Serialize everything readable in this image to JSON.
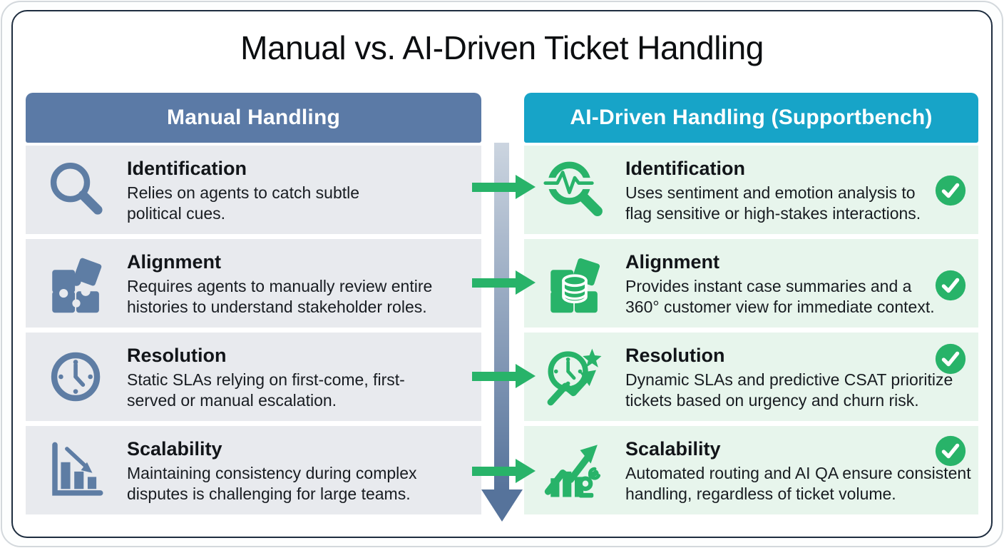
{
  "title": "Manual vs. AI-Driven Ticket Handling",
  "colors": {
    "manual_header_bg": "#5b7aa6",
    "ai_header_bg": "#17a4c8",
    "manual_row_bg": "#e8eaee",
    "ai_row_bg": "#e7f5ec",
    "manual_icon": "#5e7da4",
    "ai_green": "#28b369",
    "arrow_gradient_top": "#ccd5e0",
    "arrow_gradient_bottom": "#56739b",
    "frame_border": "#1e2d3f"
  },
  "manual": {
    "header": "Manual Handling",
    "rows": [
      {
        "icon": "magnifier-icon",
        "title": "Identification",
        "desc": "Relies on agents to catch subtle\npolitical cues."
      },
      {
        "icon": "puzzle-icon",
        "title": "Alignment",
        "desc": "Requires agents to manually review entire\nhistories to understand stakeholder roles."
      },
      {
        "icon": "clock-icon",
        "title": "Resolution",
        "desc": "Static SLAs relying on first-come, first-\nserved or manual escalation."
      },
      {
        "icon": "declining-bar-chart-icon",
        "title": "Scalability",
        "desc": "Maintaining consistency during complex\ndisputes is challenging for large teams."
      }
    ]
  },
  "ai": {
    "header": "AI-Driven Handling (Supportbench)",
    "rows": [
      {
        "icon": "magnifier-pulse-icon",
        "title": "Identification",
        "desc": "Uses sentiment and emotion analysis to\nflag sensitive or high-stakes interactions.",
        "check": "check-circle-icon"
      },
      {
        "icon": "puzzle-database-icon",
        "title": "Alignment",
        "desc": "Provides instant case summaries and a\n360° customer view for immediate context.",
        "check": "check-circle-icon"
      },
      {
        "icon": "clock-growth-star-icon",
        "title": "Resolution",
        "desc": "Dynamic SLAs and predictive CSAT prioritize\ntickets based on urgency and churn risk.",
        "check": "check-circle-icon"
      },
      {
        "icon": "growth-robot-icon",
        "title": "Scalability",
        "desc": "Automated routing and AI QA ensure consistent\nhandling, regardless of ticket volume.",
        "check": "check-circle-icon"
      }
    ]
  }
}
